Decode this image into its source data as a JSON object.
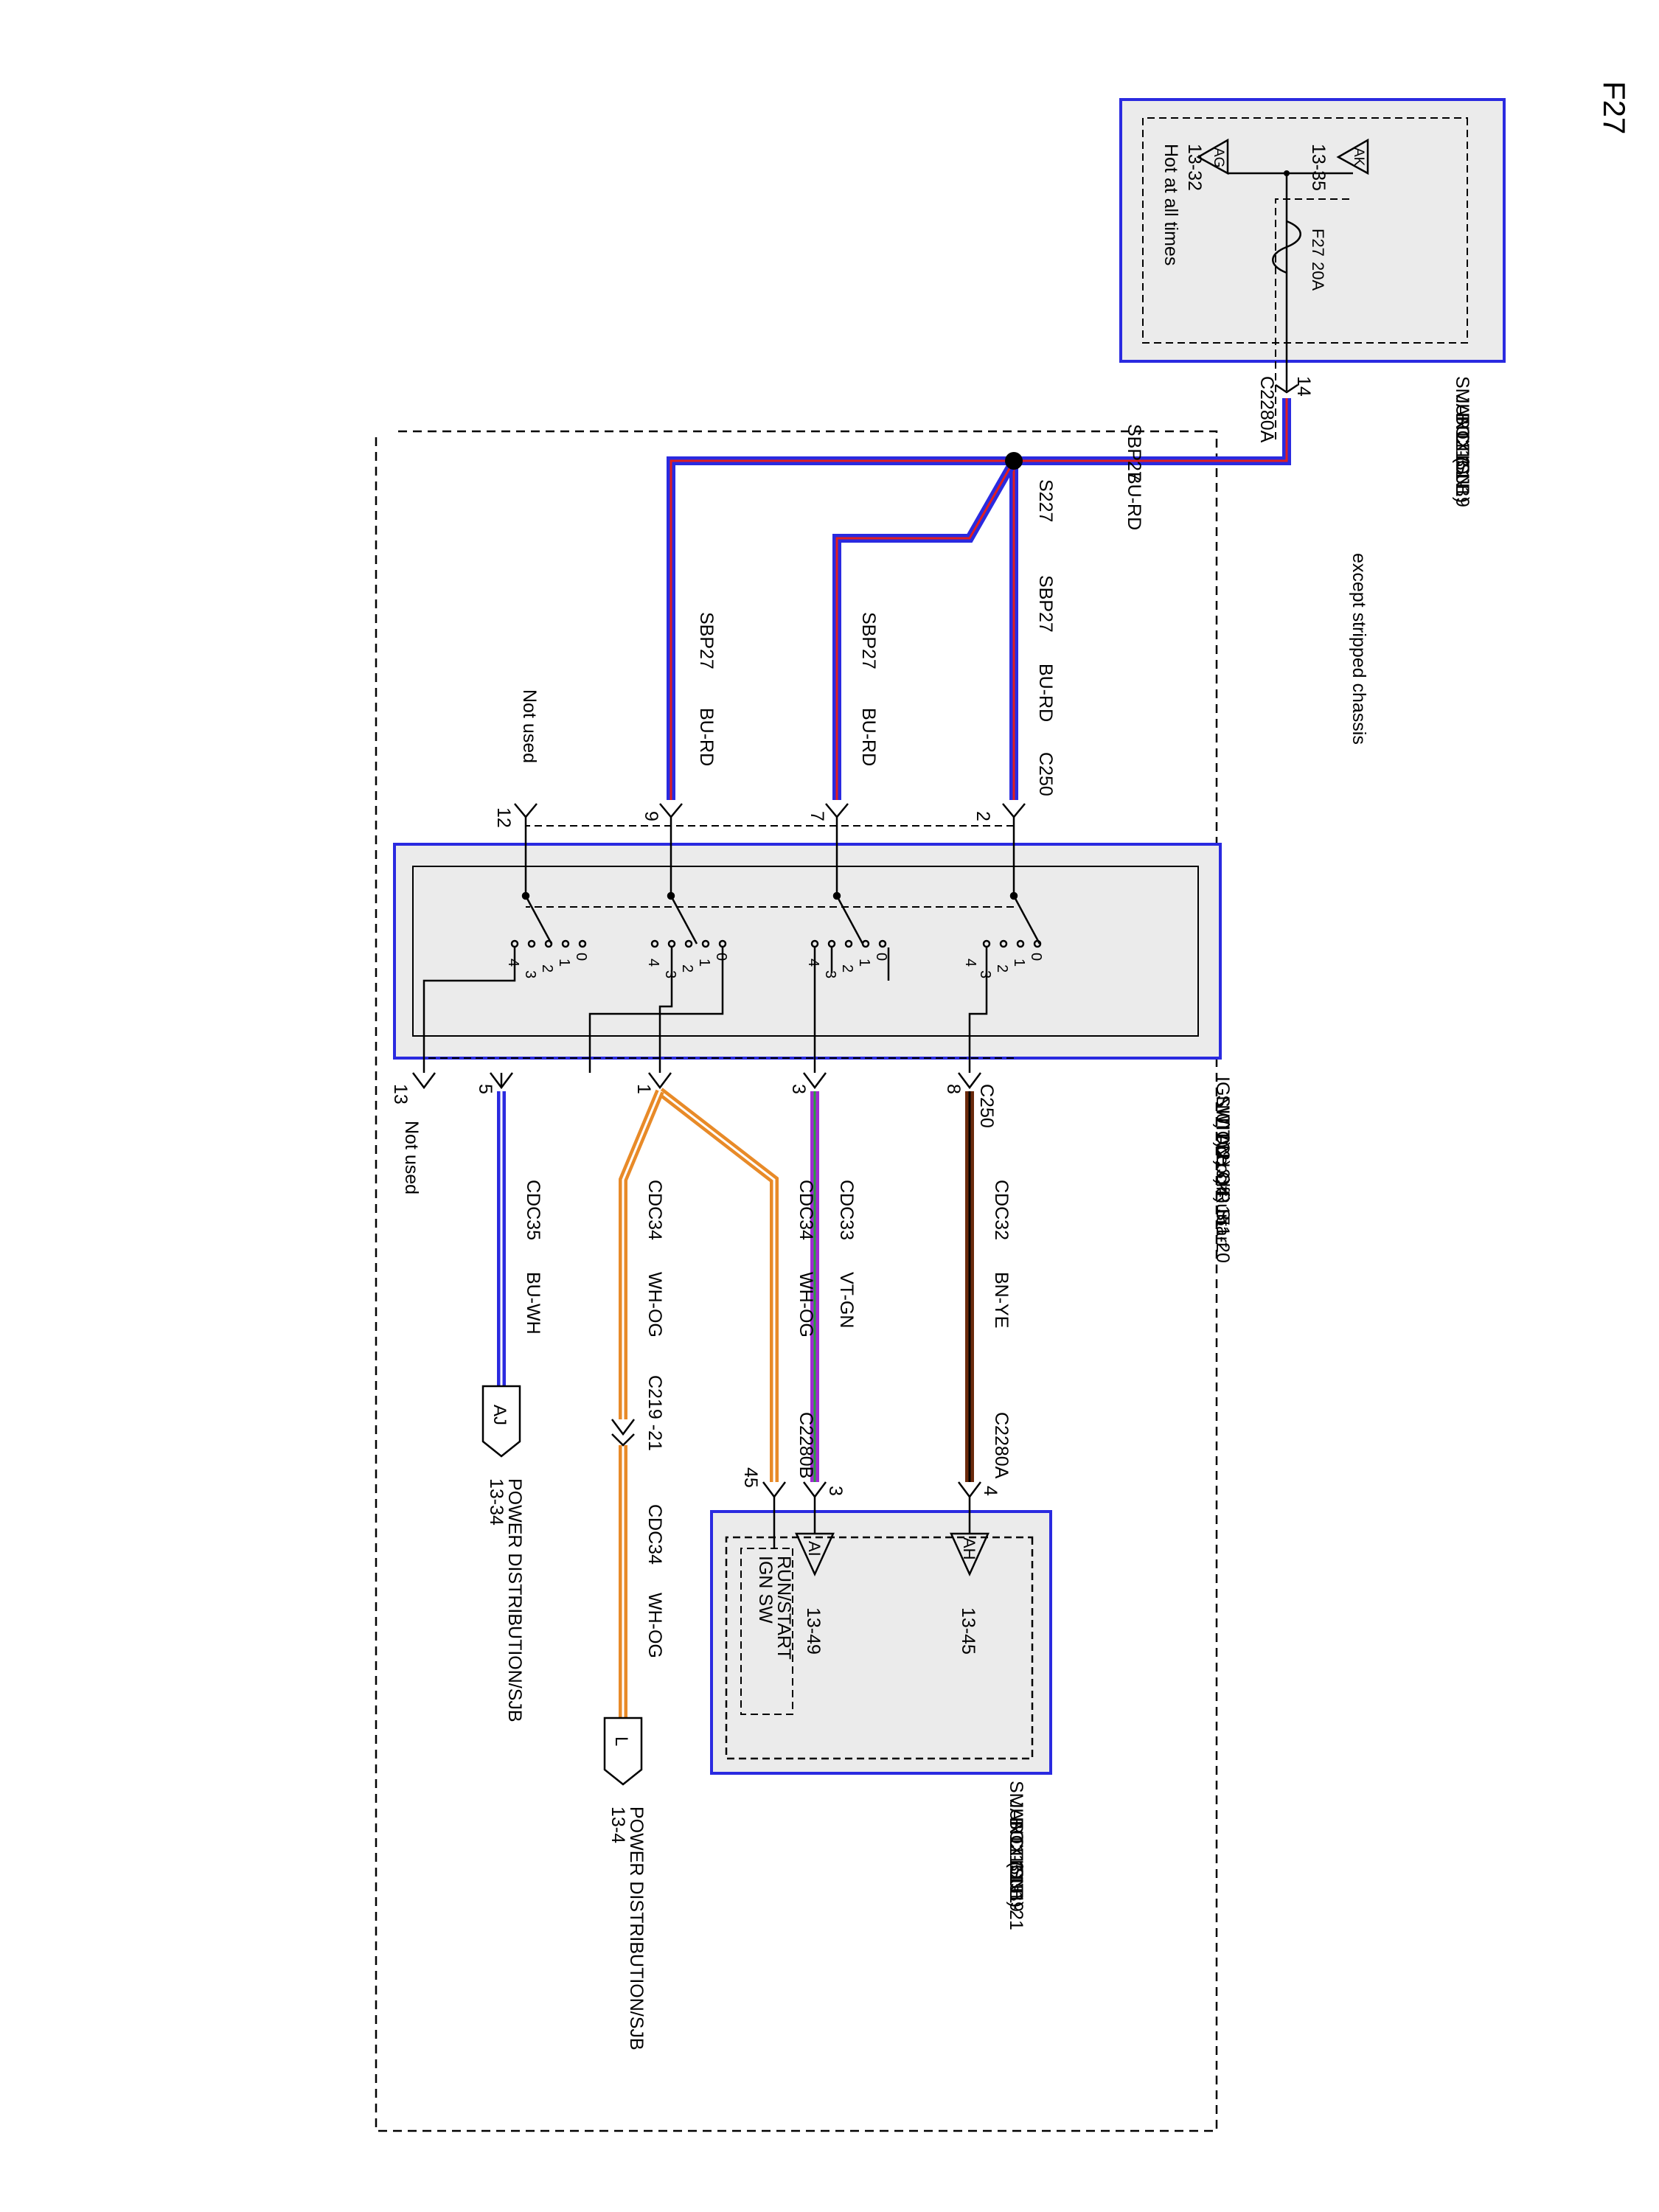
{
  "page_id": "F27",
  "scope_note": "except stripped chassis",
  "sjb_top": {
    "name_lines": [
      "SMART",
      "JUNCTION",
      "BOX (SJB)",
      "11-3",
      "151-19"
    ],
    "feed_label": "Hot at all times",
    "feed_ref": "13-32",
    "feed_flag": "AG",
    "tap_flag": "AK",
    "tap_ref": "13-35",
    "fuse": "F27",
    "fuse_rating": "20A",
    "connector": "C2280A",
    "pin": "14"
  },
  "supply": {
    "circuit": "SBP27",
    "color": "BU-RD",
    "splice": "S227",
    "switch_connector": "C250"
  },
  "ignition_switch": {
    "name_lines": [
      "IGNITION",
      "SWITCH",
      "0) Acc.",
      "1) Lock",
      "2) Off",
      "3) Run",
      "4) Start",
      "151-20"
    ],
    "connector": "C250",
    "input_pins": [
      "2",
      "7",
      "9",
      "12"
    ],
    "input_note": "Not used",
    "output_pins": [
      "8",
      "3",
      "1",
      "5",
      "13"
    ],
    "output_note": "Not used",
    "position_labels": [
      "0",
      "1",
      "2",
      "3",
      "4"
    ]
  },
  "outputs": [
    {
      "circuit": "CDC32",
      "color": "BN-YE",
      "connector": "C2280A",
      "pin": "4"
    },
    {
      "circuit": "CDC33",
      "color": "VT-GN",
      "connector": "C2280A",
      "pin": "3"
    },
    {
      "circuit": "CDC34",
      "color": "WH-OG",
      "connector": "C2280B",
      "pin": "45"
    },
    {
      "circuit": "CDC34",
      "color": "WH-OG",
      "connector": "C219",
      "pin": "21"
    },
    {
      "circuit": "CDC34",
      "color": "WH-OG"
    },
    {
      "circuit": "CDC35",
      "color": "BU-WH"
    }
  ],
  "connector_pin_label": "C219 -21",
  "sjb_bottom": {
    "name_lines": [
      "SMART",
      "JUNCTION",
      "BOX (SJB)",
      "11-3",
      "151-19",
      "151-21"
    ],
    "flag_ah": "AH",
    "ref_ah": "13-45",
    "flag_ai": "AI",
    "ref_ai": "13-49",
    "box_label_lines": [
      "RUN/START",
      "IGN SW"
    ]
  },
  "offpage": {
    "aj_flag": "AJ",
    "aj_ref": "13-34",
    "aj_dest": "POWER DISTRIBUTION/SJB",
    "l_flag": "L",
    "l_ref": "13-4",
    "l_dest": "POWER DISTRIBUTION/SJB"
  },
  "colors": {
    "frame_blue": "#2a2ae0",
    "box_fill": "#ebebeb",
    "wire_blue": "#2a2ae0",
    "wire_red": "#e01f1f",
    "wire_brown": "#6b2a0c",
    "wire_violet": "#a02bd2",
    "wire_orange": "#e88a28"
  }
}
